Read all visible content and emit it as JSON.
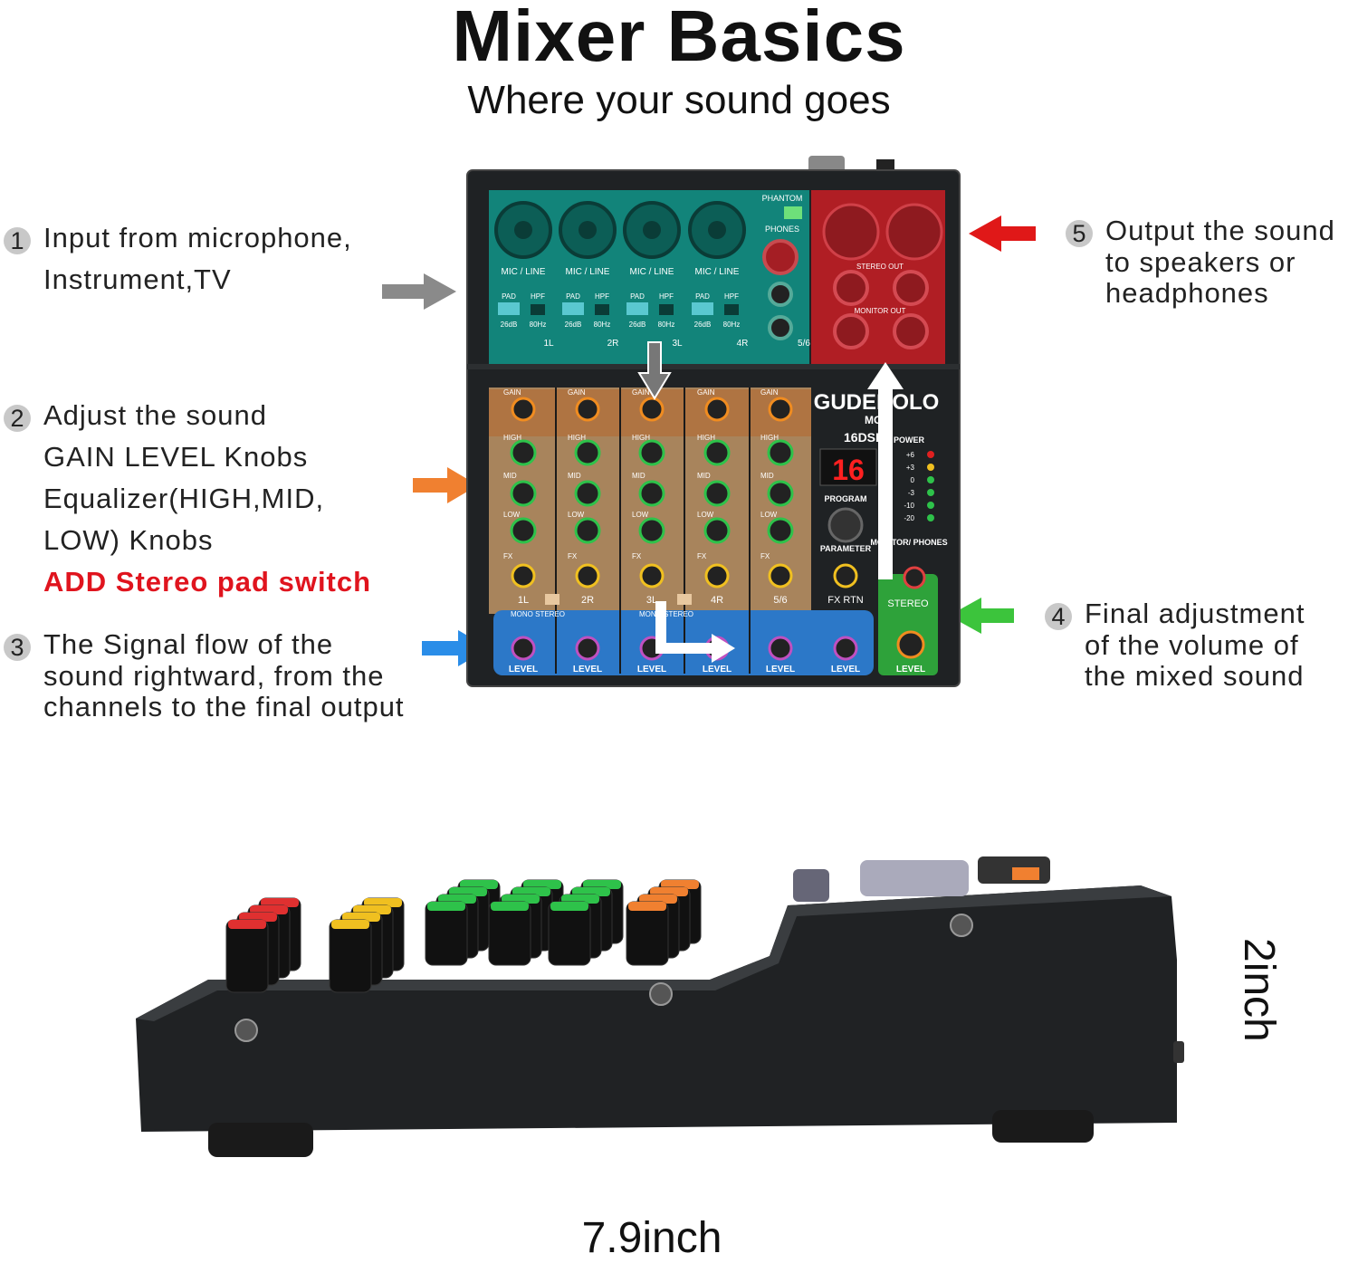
{
  "header": {
    "title": "Mixer Basics",
    "subtitle": "Where your sound goes"
  },
  "callouts": [
    {
      "number": "1",
      "lines": [
        "Input from microphone,",
        "Instrument,TV"
      ],
      "arrow_color": "#8a8a8a"
    },
    {
      "number": "2",
      "lines": [
        "Adjust the sound",
        "GAIN LEVEL Knobs",
        "Equalizer(HIGH,MID,",
        "LOW) Knobs"
      ],
      "highlight": "ADD Stereo pad switch",
      "arrow_color": "#f08030"
    },
    {
      "number": "3",
      "lines": [
        "The Signal flow of the",
        "sound rightward, from the",
        "channels to the final output"
      ],
      "arrow_color": "#2a8de8"
    },
    {
      "number": "4",
      "lines": [
        "Final adjustment",
        "of the volume of",
        "the mixed sound"
      ],
      "arrow_color": "#3cc43c"
    },
    {
      "number": "5",
      "lines": [
        "Output the sound",
        "to speakers or",
        "headphones"
      ],
      "arrow_color": "#e01818"
    }
  ],
  "mixer": {
    "brand": "GUDEROLO",
    "model": "MO8",
    "dsp": "16DSP",
    "display": "16",
    "input_label": "MIC / LINE",
    "pad_label": "PAD",
    "pad_value": "26dB",
    "hpf_label": "HPF",
    "hpf_value": "80Hz",
    "channels": [
      "1L",
      "2R",
      "3L",
      "4R",
      "5/6"
    ],
    "phantom": "PHANTOM",
    "phones": "PHONES",
    "stereo_out": "STEREO OUT",
    "monitor_out": "MONITOR OUT",
    "gain": "GAIN",
    "high": "HIGH",
    "mid": "MID",
    "low": "LOW",
    "fx": "FX",
    "fx_rtn": "FX RTN",
    "program": "PROGRAM",
    "parameter": "PARAMETER",
    "monitor_phones": "MONITOR/ PHONES",
    "power": "POWER",
    "meter": [
      "+6",
      "+3",
      "0",
      "-3",
      "-10",
      "-20"
    ],
    "mono": "MONO",
    "stereo": "STEREO",
    "level": "LEVEL"
  },
  "dimensions": {
    "height": "2inch",
    "width": "7.9inch"
  },
  "colors": {
    "input_overlay": "#12847a",
    "output_overlay": "#b01e24",
    "eq_overlay": "#a8845c",
    "level_overlay": "#2c78c8",
    "master_overlay": "#2ea23a"
  }
}
